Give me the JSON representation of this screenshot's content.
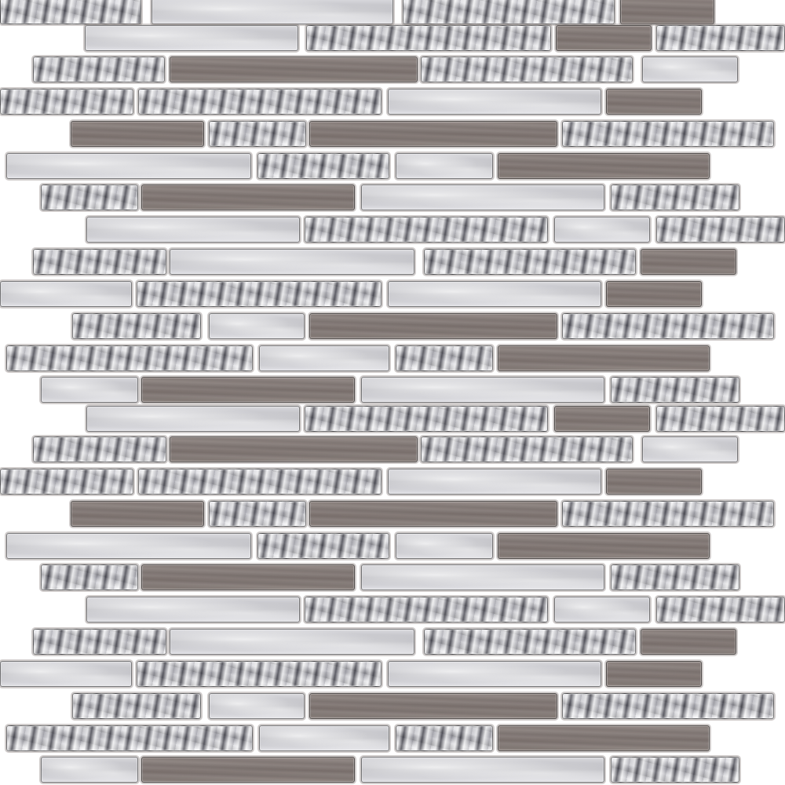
{
  "palette": {
    "background": "#ffffff",
    "grout": "#7a706c",
    "stone": "#857b77",
    "pearl_glass": "#c8c8cc",
    "textured_silver": "#b8b8c0"
  },
  "tile_types": [
    "textured-silver-glass",
    "pearl-glass",
    "wood-grain-stone"
  ]
}
